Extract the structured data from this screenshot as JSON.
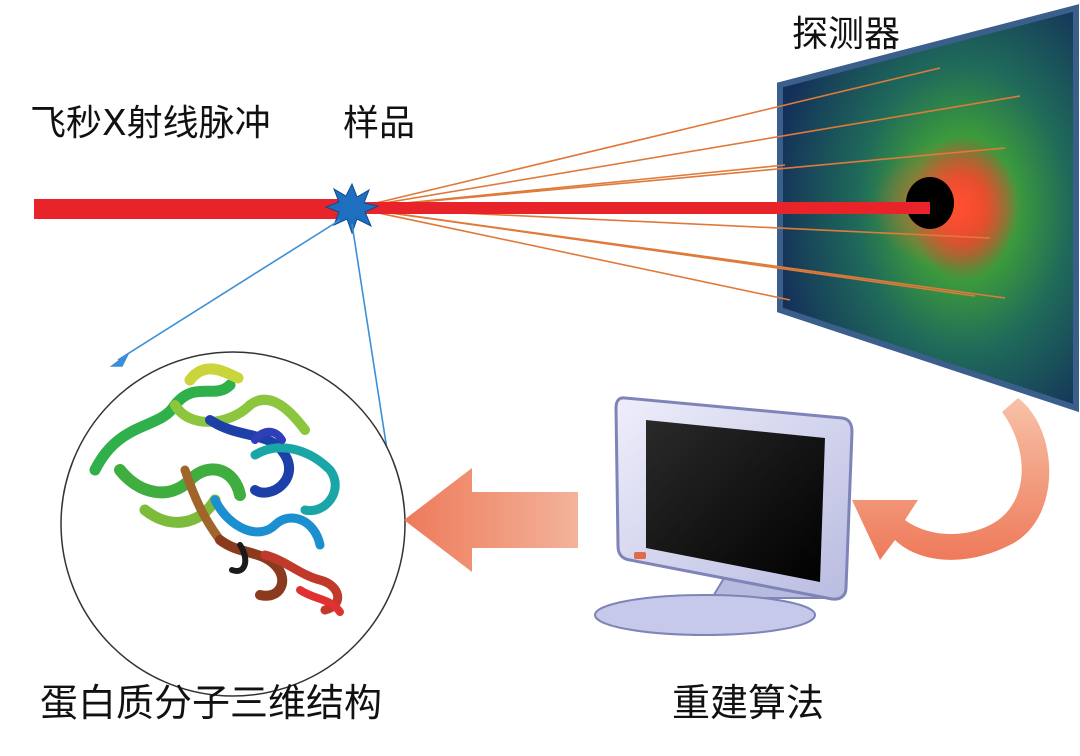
{
  "labels": {
    "pulse": "飞秒X射线脉冲",
    "sample": "样品",
    "detector": "探测器",
    "protein": "蛋白质分子三维结构",
    "reconstruction": "重建算法"
  },
  "colors": {
    "beam": "#e8232a",
    "scatter_rays": "#e07a3a",
    "sample": "#1f6fc1",
    "detector_frame": "#3a5f8a",
    "pointer_arrows": "#3b8fd6",
    "flow_arrow": "#f08a6a",
    "monitor_body": "#d3d4ef",
    "monitor_screen": "#111111"
  },
  "icons": {
    "sample": "starburst-icon",
    "detector": "diffraction-pattern-icon",
    "computer": "monitor-icon",
    "protein": "protein-ribbon-icon"
  }
}
